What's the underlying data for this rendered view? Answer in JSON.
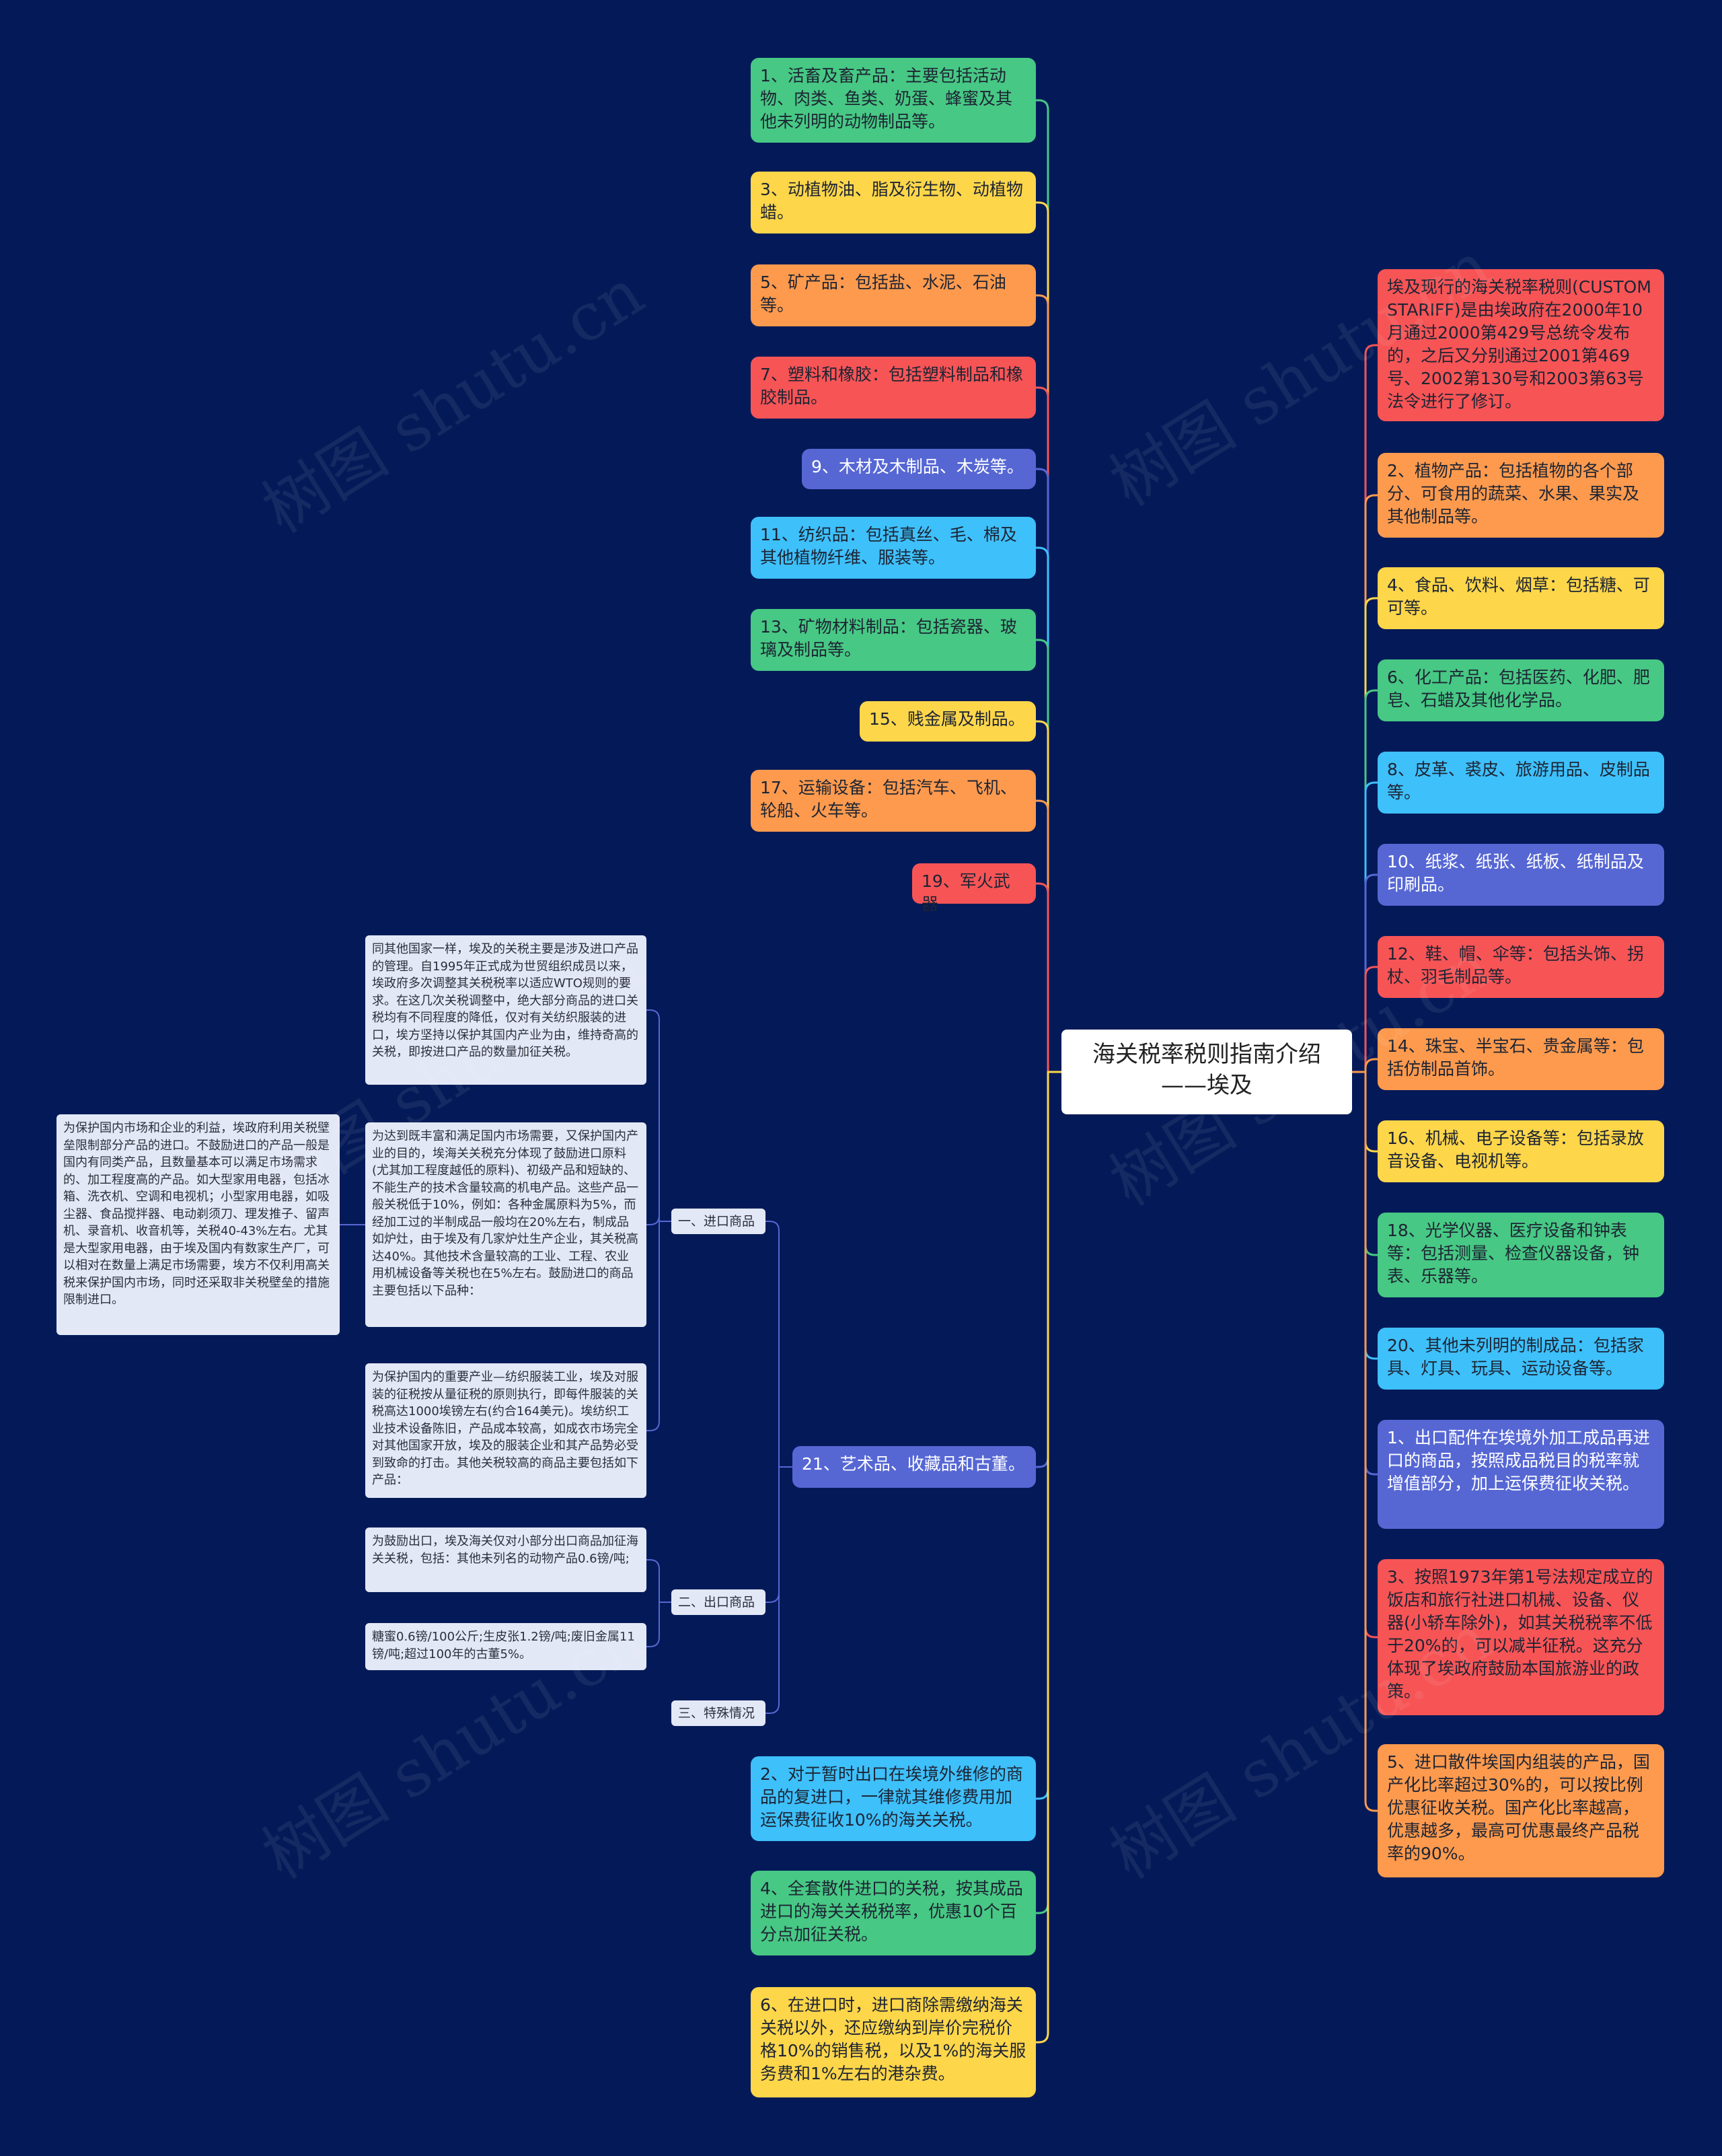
{
  "root": {
    "title": "海关税率税则指南介绍——埃及"
  },
  "left_column": [
    {
      "id": "L1",
      "text": "1、活畜及畜产品：主要包括活动物、肉类、鱼类、奶蛋、蜂蜜及其他未列明的动物制品等。",
      "color": "#47c884"
    },
    {
      "id": "L3",
      "text": "3、动植物油、脂及衍生物、动植物蜡。",
      "color": "#fdd64a"
    },
    {
      "id": "L5",
      "text": "5、矿产品：包括盐、水泥、石油等。",
      "color": "#fd9a4e"
    },
    {
      "id": "L7",
      "text": "7、塑料和橡胶：包括塑料制品和橡胶制品。",
      "color": "#f75456"
    },
    {
      "id": "L9",
      "text": "9、木材及木制品、木炭等。",
      "color": "#5667d4"
    },
    {
      "id": "L11",
      "text": "11、纺织品：包括真丝、毛、棉及其他植物纤维、服装等。",
      "color": "#3ec0fb"
    },
    {
      "id": "L13",
      "text": "13、矿物材料制品：包括瓷器、玻璃及制品等。",
      "color": "#47c884"
    },
    {
      "id": "L15",
      "text": "15、贱金属及制品。",
      "color": "#fdd64a"
    },
    {
      "id": "L17",
      "text": "17、运输设备：包括汽车、飞机、轮船、火车等。",
      "color": "#fd9a4e"
    },
    {
      "id": "L19",
      "text": "19、军火武器",
      "color": "#f75456"
    },
    {
      "id": "L21",
      "text": "21、艺术品、收藏品和古董。",
      "color": "#5667d4"
    },
    {
      "id": "L2b",
      "text": "2、对于暂时出口在埃境外维修的商品的复进口，一律就其维修费用加运保费征收10%的海关关税。",
      "color": "#3ec0fb"
    },
    {
      "id": "L4b",
      "text": "4、全套散件进口的关税，按其成品进口的海关关税税率，优惠10个百分点加征关税。",
      "color": "#47c884"
    },
    {
      "id": "L6b",
      "text": "6、在进口时，进口商除需缴纳海关关税以外，还应缴纳到岸价完税价格10%的销售税，以及1%的海关服务费和1%左右的港杂费。",
      "color": "#fdd64a"
    }
  ],
  "right_column": [
    {
      "id": "R0",
      "text": "埃及现行的海关税率税则(CUSTOMSTARIFF)是由埃政府在2000年10月通过2000第429号总统令发布的，之后又分别通过2001第469号、2002第130号和2003第63号法令进行了修订。",
      "color": "#f75456"
    },
    {
      "id": "R2",
      "text": "2、植物产品：包括植物的各个部分、可食用的蔬菜、水果、果实及其他制品等。",
      "color": "#fd9a4e"
    },
    {
      "id": "R4",
      "text": "4、食品、饮料、烟草：包括糖、可可等。",
      "color": "#fdd64a"
    },
    {
      "id": "R6",
      "text": "6、化工产品：包括医药、化肥、肥皂、石蜡及其他化学品。",
      "color": "#47c884"
    },
    {
      "id": "R8",
      "text": "8、皮革、裘皮、旅游用品、皮制品等。",
      "color": "#3ec0fb"
    },
    {
      "id": "R10",
      "text": "10、纸浆、纸张、纸板、纸制品及印刷品。",
      "color": "#5667d4"
    },
    {
      "id": "R12",
      "text": "12、鞋、帽、伞等：包括头饰、拐杖、羽毛制品等。",
      "color": "#f75456"
    },
    {
      "id": "R14",
      "text": "14、珠宝、半宝石、贵金属等：包括仿制品首饰。",
      "color": "#fd9a4e"
    },
    {
      "id": "R16",
      "text": "16、机械、电子设备等：包括录放音设备、电视机等。",
      "color": "#fdd64a"
    },
    {
      "id": "R18",
      "text": "18、光学仪器、医疗设备和钟表等：包括测量、检查仪器设备，钟表、乐器等。",
      "color": "#47c884"
    },
    {
      "id": "R20",
      "text": "20、其他未列明的制成品：包括家具、灯具、玩具、运动设备等。",
      "color": "#3ec0fb"
    },
    {
      "id": "R1b",
      "text": "1、出口配件在埃境外加工成品再进口的商品，按照成品税目的税率就增值部分，加上运保费征收关税。",
      "color": "#5667d4"
    },
    {
      "id": "R3b",
      "text": "3、按照1973年第1号法规定成立的饭店和旅行社进口机械、设备、仪器(小轿车除外)，如其关税税率不低于20%的，可以减半征税。这充分体现了埃政府鼓励本国旅游业的政策。",
      "color": "#f75456"
    },
    {
      "id": "R5b",
      "text": "5、进口散件埃国内组装的产品，国产化比率超过30%的，可以按比例优惠征收关税。国产化比率越高，优惠越多，最高可优惠最终产品税率的90%。",
      "color": "#fd9a4e"
    }
  ],
  "sub_tree": {
    "import_label": "一、进口商品",
    "export_label": "二、出口商品",
    "special_label": "三、特殊情况",
    "import_notes": [
      "同其他国家一样，埃及的关税主要是涉及进口产品的管理。自1995年正式成为世贸组织成员以来，埃政府多次调整其关税税率以适应WTO规则的要求。在这几次关税调整中，绝大部分商品的进口关税均有不同程度的降低，仅对有关纺织服装的进口，埃方坚持以保护其国内产业为由，维持奇高的关税，即按进口产品的数量加征关税。",
      "为达到既丰富和满足国内市场需要，又保护国内产业的目的，埃海关关税充分体现了鼓励进口原料(尤其加工程度越低的原料)、初级产品和短缺的、不能生产的技术含量较高的机电产品。这些产品一般关税低于10%，例如：各种金属原料为5%，而经加工过的半制成品一般均在20%左右，制成品如炉灶，由于埃及有几家炉灶生产企业，其关税高达40%。其他技术含量较高的工业、工程、农业用机械设备等关税也在5%左右。鼓励进口的商品主要包括以下品种：",
      "为保护国内的重要产业—纺织服装工业，埃及对服装的征税按从量征税的原则执行，即每件服装的关税高达1000埃镑左右(约合164美元)。埃纺织工业技术设备陈旧，产品成本较高，如成衣市场完全对其他国家开放，埃及的服装企业和其产品势必受到致命的打击。其他关税较高的商品主要包括如下产品："
    ],
    "protect_note": "为保护国内市场和企业的利益，埃政府利用关税壁垒限制部分产品的进口。不鼓励进口的产品一般是国内有同类产品，且数量基本可以满足市场需求的、加工程度高的产品。如大型家用电器，包括冰箱、洗衣机、空调和电视机；小型家用电器，如吸尘器、食品搅拌器、电动剃须刀、理发推子、留声机、录音机、收音机等，关税40-43%左右。尤其是大型家用电器，由于埃及国内有数家生产厂，可以相对在数量上满足市场需要，埃方不仅利用高关税来保护国内市场，同时还采取非关税壁垒的措施限制进口。",
    "export_notes": [
      "为鼓励出口，埃及海关仅对小部分出口商品加征海关关税，包括：其他未列名的动物产品0.6镑/吨;",
      "糖蜜0.6镑/100公斤;生皮张1.2镑/吨;废旧金属11镑/吨;超过100年的古董5%。"
    ]
  },
  "watermark": "树图 shutu.cn"
}
